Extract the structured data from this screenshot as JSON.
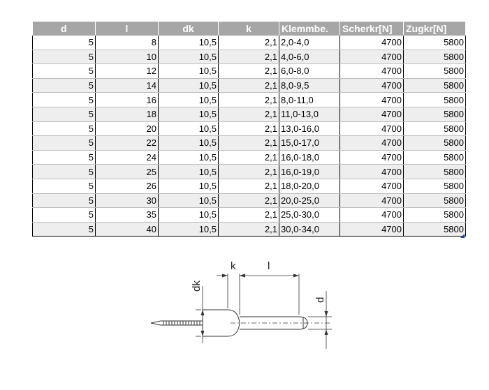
{
  "table": {
    "headers": [
      "d",
      "l",
      "dk",
      "k",
      "Klemmbe.",
      "Scherkr[N]",
      "Zugkr[N]"
    ],
    "rows": [
      [
        "5",
        "8",
        "10,5",
        "2,1",
        "2,0-4,0",
        "4700",
        "5800"
      ],
      [
        "5",
        "10",
        "10,5",
        "2,1",
        "4,0-6,0",
        "4700",
        "5800"
      ],
      [
        "5",
        "12",
        "10,5",
        "2,1",
        "6,0-8,0",
        "4700",
        "5800"
      ],
      [
        "5",
        "14",
        "10,5",
        "2,1",
        "8,0-9,5",
        "4700",
        "5800"
      ],
      [
        "5",
        "16",
        "10,5",
        "2,1",
        "8,0-11,0",
        "4700",
        "5800"
      ],
      [
        "5",
        "18",
        "10,5",
        "2,1",
        "11,0-13,0",
        "4700",
        "5800"
      ],
      [
        "5",
        "20",
        "10,5",
        "2,1",
        "13,0-16,0",
        "4700",
        "5800"
      ],
      [
        "5",
        "22",
        "10,5",
        "2,1",
        "15,0-17,0",
        "4700",
        "5800"
      ],
      [
        "5",
        "24",
        "10,5",
        "2,1",
        "16,0-18,0",
        "4700",
        "5800"
      ],
      [
        "5",
        "25",
        "10,5",
        "2,1",
        "16,0-19,0",
        "4700",
        "5800"
      ],
      [
        "5",
        "26",
        "10,5",
        "2,1",
        "18,0-20,0",
        "4700",
        "5800"
      ],
      [
        "5",
        "30",
        "10,5",
        "2,1",
        "20,0-25,0",
        "4700",
        "5800"
      ],
      [
        "5",
        "35",
        "10,5",
        "2,1",
        "25,0-30,0",
        "4700",
        "5800"
      ],
      [
        "5",
        "40",
        "10,5",
        "2,1",
        "30,0-34,0",
        "4700",
        "5800"
      ]
    ]
  },
  "drawing": {
    "label_k": "k",
    "label_l": "l",
    "label_dk": "dk",
    "label_d": "d"
  },
  "colors": {
    "header_bg": "#a6a6a6",
    "shaded_row": "#eeeeee"
  }
}
